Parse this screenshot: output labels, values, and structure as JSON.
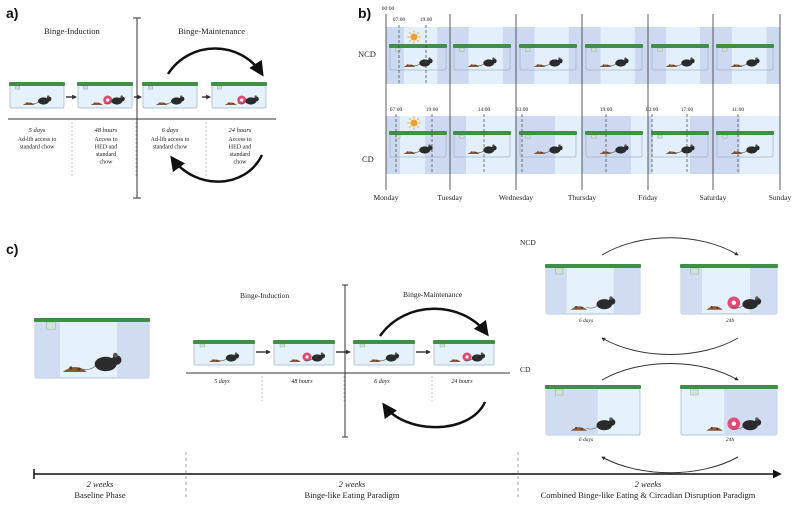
{
  "panel_labels": {
    "a": "a)",
    "b": "b)",
    "c": "c)"
  },
  "colors": {
    "lid": "#3f8f47",
    "cage_light": "#e6f2fb",
    "cage_dark": "#c7d6ef",
    "light_band": "#e3f0fb",
    "dark_band": "#cdd9f1",
    "donut": "#e04a73",
    "chow": "#8a5a3b",
    "sun": "#f0a028",
    "moon": "#e1a23a"
  },
  "a": {
    "induction_title": "Binge-Induction",
    "maintenance_title": "Binge-Maintenance",
    "steps": [
      {
        "duration": "5 days",
        "desc": [
          "Ad-lib access to",
          "standard chow"
        ]
      },
      {
        "duration": "48 hours",
        "desc": [
          "Access to",
          "HED and",
          "standard",
          "chow"
        ]
      },
      {
        "duration": "6 days",
        "desc": [
          "Ad-lib access to",
          "standard chow"
        ]
      },
      {
        "duration": "24 hours",
        "desc": [
          "Access to",
          "HED and",
          "standard",
          "chow"
        ]
      }
    ]
  },
  "b": {
    "rows": {
      "ncd": "NCD",
      "cd": "CD"
    },
    "ncd_times": [
      "00:00",
      "07:00",
      "19:00"
    ],
    "cd_times": [
      "07:00",
      "19:00",
      "14:00",
      "03:00",
      "19:00",
      "03:00",
      "17:00",
      "11:00"
    ],
    "days": [
      "Monday",
      "Tuesday",
      "Wednesday",
      "Thursday",
      "Friday",
      "Saturday",
      "Sunday"
    ]
  },
  "c": {
    "induction_title": "Binge-Induction",
    "maintenance_title": "Binge-Maintenance",
    "durations": [
      "5 days",
      "48 hours",
      "6 days",
      "24 hours"
    ],
    "right": {
      "ncd": "NCD",
      "cd": "CD",
      "durations": [
        "6 days",
        "24h",
        "6 days",
        "24h"
      ]
    },
    "timeline": [
      {
        "weeks": "2  weeks",
        "phase": "Baseline Phase"
      },
      {
        "weeks": "2 weeks",
        "phase": "Binge-like Eating Paradigm"
      },
      {
        "weeks": "2 weeks",
        "phase": "Combined Binge-like Eating & Circadian Disruption Paradigm"
      }
    ]
  }
}
